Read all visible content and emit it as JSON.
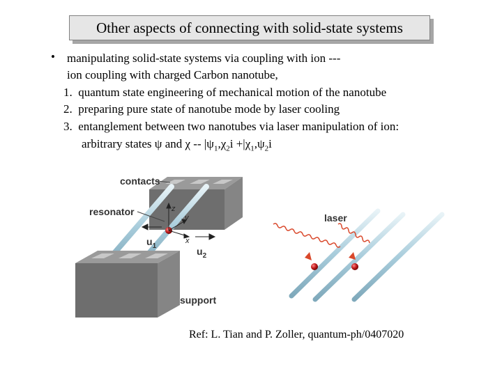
{
  "title": "Other aspects of connecting with solid-state systems",
  "bullet": {
    "marker": "•",
    "line1": "manipulating solid-state systems via coupling with ion  ---",
    "line2": "ion coupling with charged Carbon nanotube,"
  },
  "items": [
    {
      "num": "1.",
      "text": "quantum state engineering of mechanical motion of the nanotube"
    },
    {
      "num": "2.",
      "text": "preparing pure state of nanotube mode by laser cooling"
    },
    {
      "num": "3.",
      "text": "entanglement between two nanotubes via laser manipulation of ion:"
    }
  ],
  "states_line": {
    "prefix": "arbitrary states  ",
    "psi": "ψ",
    "and": " and ",
    "chi": "χ",
    "dash": "  --  |",
    "psi1": "ψ",
    "sub1": "1",
    "comma1": ",",
    "chi2": "χ",
    "sub2": "2",
    "mid": "i +|",
    "chi1": "χ",
    "sub3": "1",
    "comma2": ",",
    "psi2": "ψ",
    "sub4": "2",
    "end": "i"
  },
  "figure": {
    "labels": {
      "contacts": "contacts",
      "resonator": "resonator",
      "support": "support",
      "laser": "laser",
      "u1": "u",
      "u1_sub": "1",
      "u2": "u",
      "u2_sub": "2",
      "z": "z",
      "y": "y",
      "x": "x"
    },
    "colors": {
      "block_top": "#9a9a9a",
      "block_front": "#707070",
      "block_side": "#858585",
      "nanotube": "#b9d7e3",
      "ion": "#c62020",
      "laser": "#d9482b"
    }
  },
  "reference": "Ref:  L. Tian and P. Zoller, quantum-ph/0407020"
}
